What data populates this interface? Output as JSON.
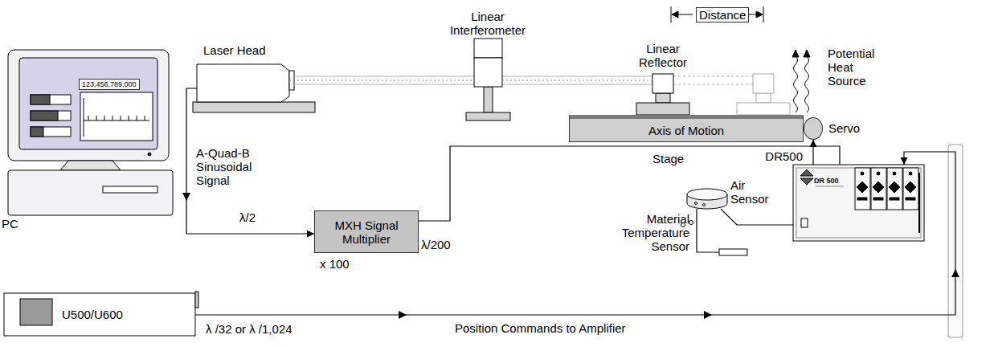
{
  "diagram": {
    "nodes": [
      {
        "text": [
          "Laser Head"
        ]
      },
      {
        "text": [
          "Linear Interferometer"
        ]
      },
      {
        "text": [
          "Linear Reflector"
        ]
      },
      {
        "text": [
          "Axis of Motion"
        ]
      },
      {
        "text": [
          "Servo"
        ]
      },
      {
        "text": [
          "123,456,789,000",
          "PC"
        ]
      },
      {
        "text": [
          "MXH Signal Multiplier"
        ]
      },
      {
        "text": [
          "Air Sensor"
        ]
      },
      {
        "text": [
          "DR500",
          "DR 500"
        ]
      },
      {
        "text": [
          "U500/U600"
        ]
      },
      {
        "text": [
          "Material Temperature Sensor"
        ]
      }
    ],
    "edges": [
      {
        "from": 0,
        "to": 1,
        "arrow": "none"
      },
      {
        "from": 1,
        "to": 2,
        "arrow": "none"
      },
      {
        "from": 0,
        "to": 6,
        "arrow": "to",
        "label": "A-Quad-B Sinusoidal Signal"
      },
      {
        "from": 6,
        "to": 8,
        "arrow": "none"
      },
      {
        "from": 7,
        "to": 8,
        "arrow": "none"
      },
      {
        "from": 7,
        "to": 10,
        "arrow": "none"
      },
      {
        "from": 8,
        "to": 4,
        "arrow": "to"
      },
      {
        "from": 9,
        "to": 8,
        "arrow": "to",
        "label": "Position Commands to Amplifier"
      }
    ],
    "labels": [
      "Distance",
      "Potential Heat Source",
      "Stage",
      "λ/2",
      "x 100",
      "λ/200",
      "λ /32 or λ /1,024"
    ]
  }
}
